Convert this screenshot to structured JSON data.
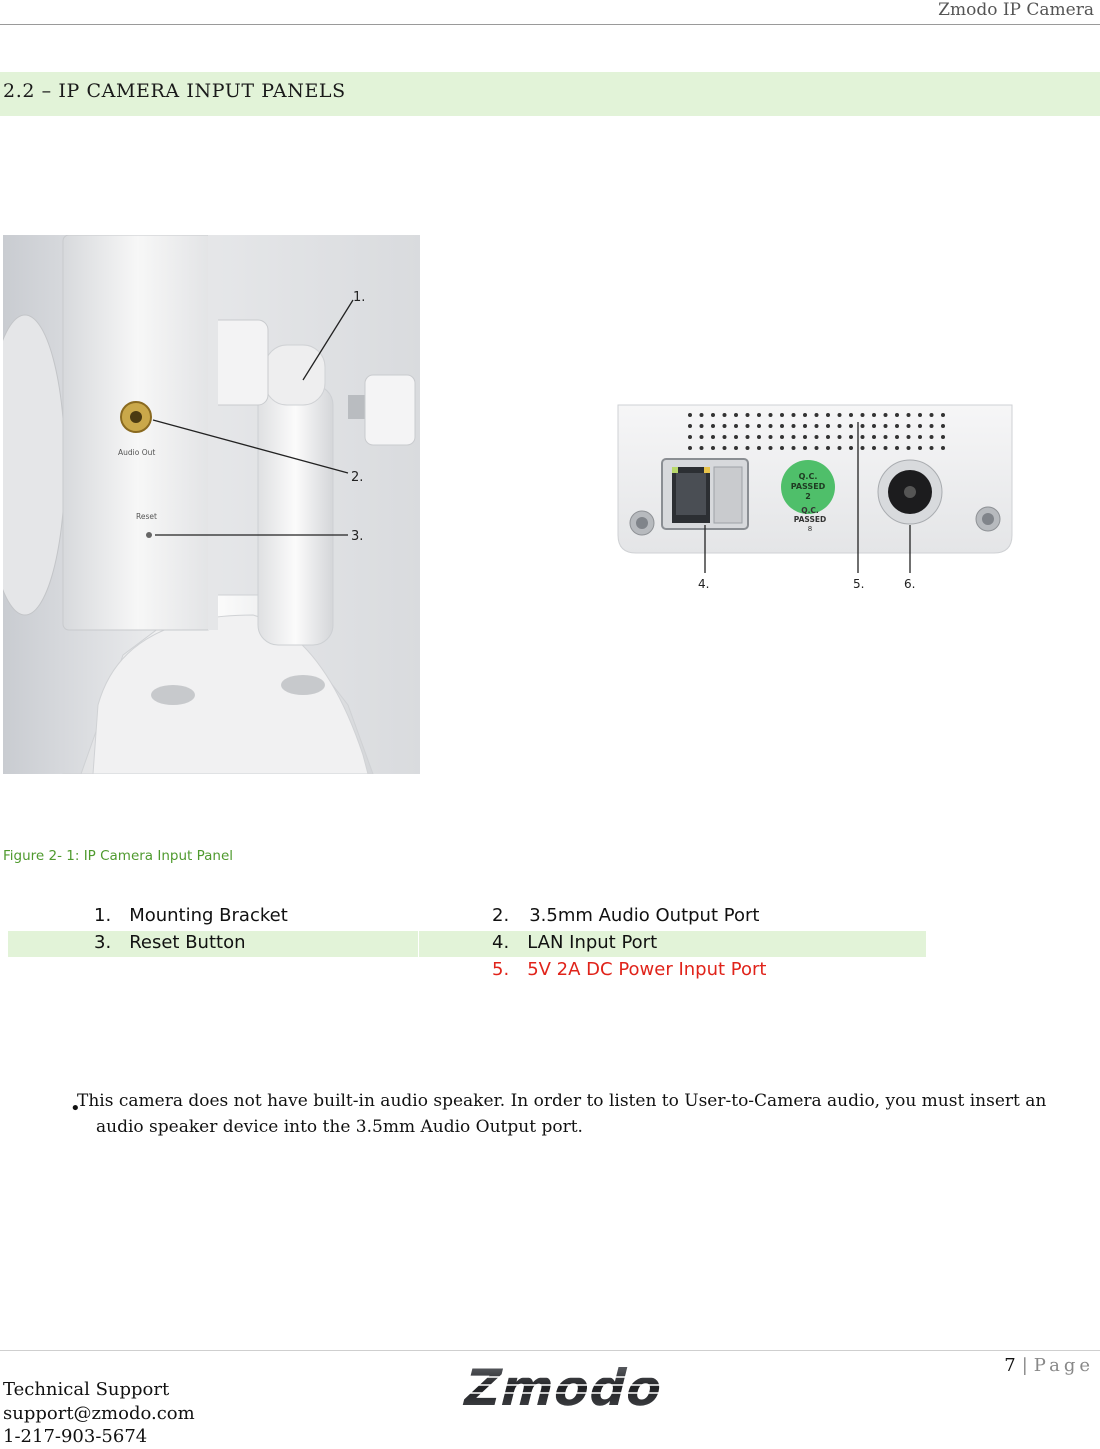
{
  "header": {
    "brand_line": "Zmodo IP Camera"
  },
  "section": {
    "title": "2.2 – IP CAMERA INPUT PANELS"
  },
  "figure": {
    "left_callouts": [
      "1.",
      "2.",
      "3."
    ],
    "left_labels": {
      "audio": "Audio Out",
      "reset": "Reset"
    },
    "right_callouts": [
      "4.",
      "5.",
      "6."
    ],
    "qc_sticker": [
      "Q.C.",
      "PASSED",
      "2"
    ],
    "qc_stamp": [
      "Q.C.",
      "PASSED",
      "8"
    ],
    "caption": "Figure 2- 1:  IP Camera Input Panel"
  },
  "legend": {
    "items": [
      {
        "num": "1.",
        "label": "Mounting Bracket"
      },
      {
        "num": "2.",
        "label": "3.5mm Audio Output Port"
      },
      {
        "num": "3.",
        "label": "Reset Button"
      },
      {
        "num": "4.",
        "label": "LAN Input Port"
      },
      {
        "num": "5.",
        "label": "5V 2A DC Power Input Port"
      }
    ],
    "highlight_color": "#e2f3d8",
    "red_color": "#e0231a"
  },
  "note": {
    "bullet_line1": "This camera does not have built-in audio speaker.  In order to listen to User-to-Camera audio, you must insert an",
    "bullet_line2": "audio speaker device into the 3.5mm Audio Output port."
  },
  "footer": {
    "page_number": "7",
    "separator": "|",
    "page_word": "Page",
    "contact_title": "Technical Support",
    "email": "support@zmodo.com",
    "phone": "1-217-903-5674",
    "logo_text": "Zmodo"
  }
}
